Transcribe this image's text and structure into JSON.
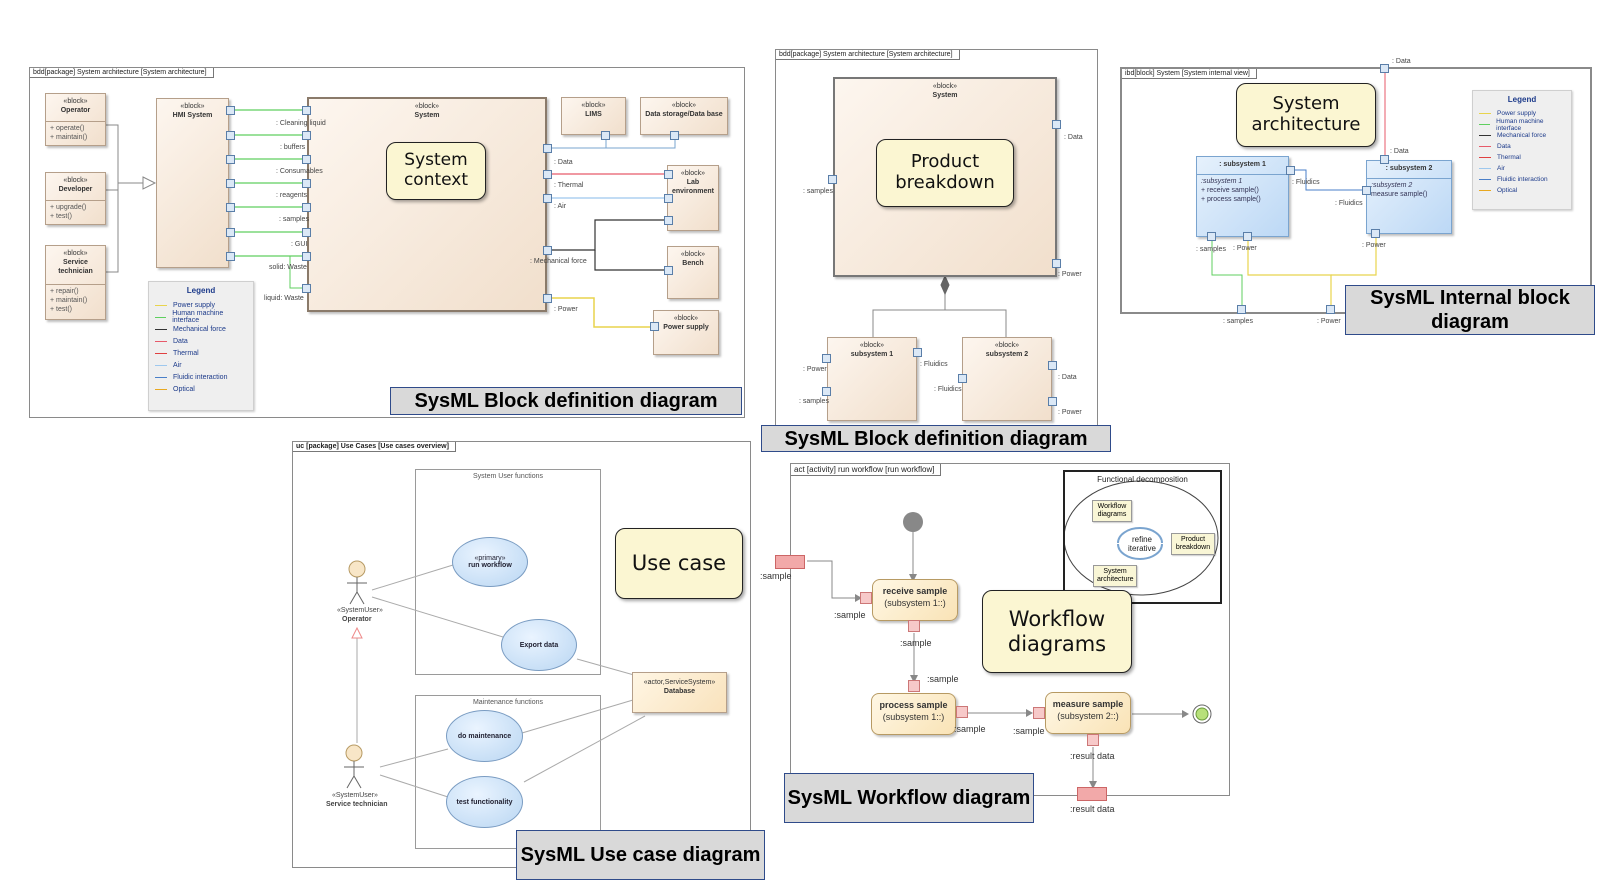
{
  "colors": {
    "power": "#e8d44d",
    "hmi": "#5fcf5f",
    "mechanical": "#333333",
    "data": "#e75a6a",
    "thermal": "#e04040",
    "air": "#9ec8ee",
    "fluidic": "#4a7fc8",
    "optical": "#e8a820",
    "caption_border": "#2f4b8a",
    "callout_fill": "#fbf6d2"
  },
  "bdd1": {
    "tag": "bdd[package] System architecture [System architecture]",
    "callout": "System context",
    "caption": "SysML Block definition diagram",
    "stereotype": "«block»",
    "operator": {
      "name": "Operator",
      "ops": [
        "+   operate()",
        "+   maintain()"
      ]
    },
    "developer": {
      "name": "Developer",
      "ops": [
        "+   upgrade()",
        "+   test()"
      ]
    },
    "technician": {
      "name": "Service technician",
      "ops": [
        "+   repair()",
        "+   maintain()",
        "+   test()"
      ]
    },
    "hmi": "HMI System",
    "system": "System",
    "lims": "LIMS",
    "datastorage": "Data storage/Data base",
    "lab": "Lab environment",
    "bench": "Bench",
    "powersupply": "Power supply",
    "ports": [
      ": Cleaning liquid",
      ": buffers",
      ": Consumables",
      ": reagents",
      ": samples",
      ": GUI",
      "solid: Waste",
      "liquid: Waste"
    ],
    "rports": [
      ": Data",
      ": Thermal",
      ": Air",
      ": Mechanical force",
      ": Power"
    ],
    "legend": {
      "title": "Legend",
      "items": [
        "Power supply",
        "Human machine interface",
        "Mechanical force",
        "Data",
        "Thermal",
        "Air",
        "Fluidic interaction",
        "Optical"
      ]
    }
  },
  "bdd2": {
    "tag": "bdd[package] System architecture [System architecture]",
    "callout": "Product breakdown",
    "caption": "SysML Block definition diagram",
    "stereotype": "«block»",
    "system": "System",
    "sub1": "subsystem 1",
    "sub2": "subsystem 2",
    "labels": {
      "data": ": Data",
      "samples": ": samples",
      "power": ": Power",
      "fluidics": ": Fluidics"
    }
  },
  "ibd": {
    "tag": "ibd[block] System [System internal view]",
    "callout": "System architecture",
    "caption": "SysML Internal block diagram",
    "sub1": ": subsystem 1",
    "sub1_ops": [
      ":subsystem 1",
      "+   receive sample()",
      "+   process sample()"
    ],
    "sub2": ": subsystem 2",
    "sub2_ops": [
      ":subsystem 2",
      "    measure sample()"
    ],
    "labels": {
      "data": ": Data",
      "fluidics": ": Fluidics",
      "samples": ": samples",
      "power": ": Power"
    },
    "legend": {
      "title": "Legend",
      "items": [
        "Power supply",
        "Human machine interface",
        "Mechanical force",
        "Data",
        "Thermal",
        "Air",
        "Fluidic interaction",
        "Optical"
      ]
    }
  },
  "uc": {
    "tag": "uc [package] Use Cases [Use cases overview]",
    "callout": "Use case",
    "caption": "SysML Use case diagram",
    "box1": "System User functions",
    "box2": "Maintenance functions",
    "primary": "«primary»",
    "run": "run workflow",
    "export": "Export data",
    "maintenance": "do maintenance",
    "test": "test functionality",
    "db_st": "«actor,ServiceSystem»",
    "db": "Database",
    "actor_st": "«SystemUser»",
    "operator": "Operator",
    "technician": "Service technician"
  },
  "act": {
    "tag": "act [activity] run workflow [run workflow]",
    "callout": "Workflow diagrams",
    "caption": "SysML Workflow diagram",
    "receive": "receive sample",
    "receive_sub": "(subsystem 1::)",
    "process": "process sample",
    "process_sub": "(subsystem 1::)",
    "measure": "measure sample",
    "measure_sub": "(subsystem 2::)",
    "sample": ":sample",
    "result": ":result data",
    "fd": {
      "title": "Functional decomposition",
      "wf": "Workflow diagrams",
      "pb": "Product breakdown",
      "sa": "System architecture",
      "ri": "refine iterative"
    }
  }
}
